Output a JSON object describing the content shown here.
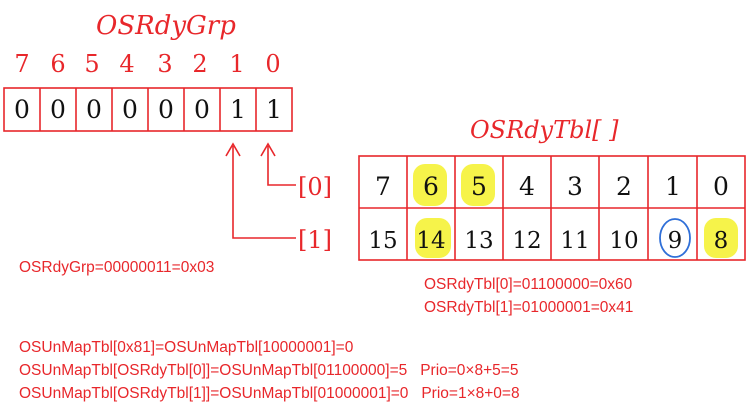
{
  "diagram": {
    "grp_title": "OSRdyGrp",
    "grp_bit_indices": [
      "7",
      "6",
      "5",
      "4",
      "3",
      "2",
      "1",
      "0"
    ],
    "grp_bits": [
      "0",
      "0",
      "0",
      "0",
      "0",
      "0",
      "1",
      "1"
    ],
    "tbl_title": "OSRdyTbl[ ]",
    "row_labels": [
      "[0]",
      "[1]"
    ],
    "tbl_rows": [
      [
        "7",
        "6",
        "5",
        "4",
        "3",
        "2",
        "1",
        "0"
      ],
      [
        "15",
        "14",
        "13",
        "12",
        "11",
        "10",
        "9",
        "8"
      ]
    ],
    "highlighted_cells": [
      [
        0,
        1
      ],
      [
        0,
        2
      ],
      [
        1,
        1
      ],
      [
        1,
        7
      ]
    ],
    "circled_cells": [
      [
        1,
        6
      ]
    ],
    "grp_equation": "OSRdyGrp=00000011=0x03",
    "tbl_equations": [
      "OSRdyTbl[0]=01100000=0x60",
      "OSRdyTbl[1]=01000001=0x41"
    ],
    "unmap_lines": [
      "OSUnMapTbl[0x81]=OSUnMapTbl[10000001]=0",
      "OSUnMapTbl[OSRdyTbl[0]]=OSUnMapTbl[01100000]=5   Prio=0×8+5=5",
      "OSUnMapTbl[OSRdyTbl[1]]=OSUnMapTbl[01000001]=0   Prio=1×8+0=8"
    ],
    "colors": {
      "red": "#e8272b",
      "black": "#111111",
      "highlight": "#f6f34a",
      "circle": "#2f6fd8"
    }
  }
}
